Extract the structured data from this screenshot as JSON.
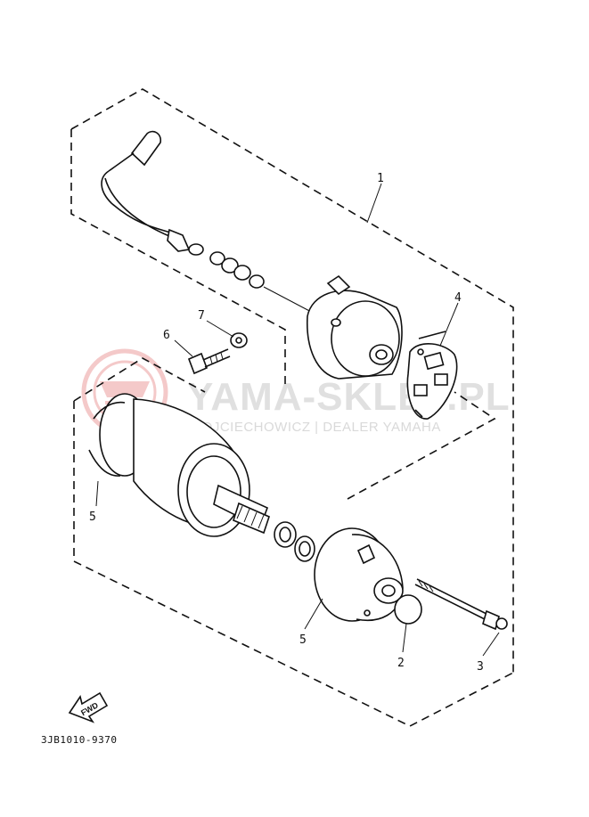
{
  "callouts": {
    "c1": "1",
    "c2": "2",
    "c3": "3",
    "c4": "4",
    "c5a": "5",
    "c5b": "5",
    "c6": "6",
    "c7": "7"
  },
  "part_number": "3JB1010-9370",
  "fwd_label": "FWD",
  "watermark": {
    "title": "YAMA-SKLEP.PL",
    "subtitle": "WOJCIECHOWICZ | DEALER YAMAHA",
    "color": "#e06666"
  }
}
